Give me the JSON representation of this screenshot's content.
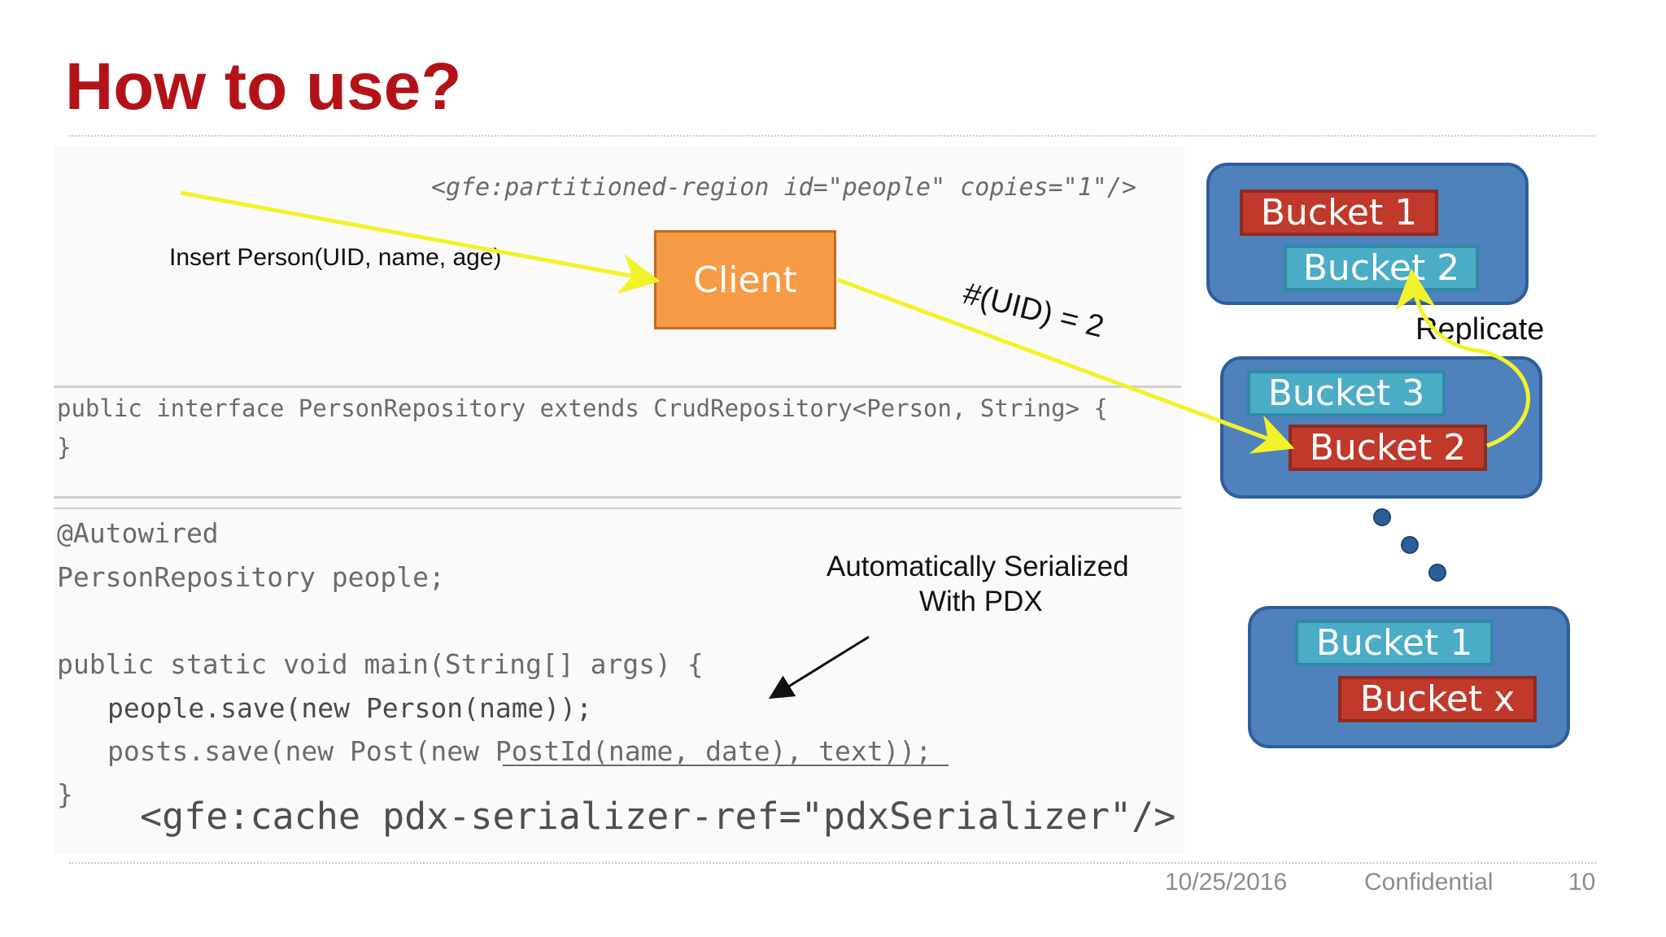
{
  "slide": {
    "title": "How to use?"
  },
  "code": {
    "region_config": "<gfe:partitioned-region id=\"people\" copies=\"1\"/>",
    "interface_line": "public interface PersonRepository extends CrudRepository<Person, String> {",
    "interface_close": "}",
    "autowired": "@Autowired",
    "repo_field": "PersonRepository people;",
    "main_sig": "public static void main(String[] args) {",
    "people_save": "people.save(new Person(name));",
    "posts_save": "posts.save(new Post(new PostId(name, date), text));",
    "main_close": "}",
    "cache_config": "<gfe:cache pdx-serializer-ref=\"pdxSerializer\"/>"
  },
  "diagram": {
    "insert_label": "Insert Person(UID, name, age)",
    "client_label": "Client",
    "hash_label": "#(UID) = 2",
    "replicate_label": "Replicate",
    "serialized_label_line1": "Automatically Serialized",
    "serialized_label_line2": "With PDX",
    "node1": {
      "bucket_a": "Bucket 1",
      "bucket_b": "Bucket 2"
    },
    "node2": {
      "bucket_a": "Bucket 3",
      "bucket_b": "Bucket 2"
    },
    "node3": {
      "bucket_a": "Bucket 1",
      "bucket_b": "Bucket x"
    },
    "colors": {
      "arrow": "#f2f22a",
      "client_fill": "#f59a45",
      "node_fill": "#4f81bd",
      "bucket_red": "#c0392b",
      "bucket_teal": "#4bacc6",
      "title": "#b31217"
    }
  },
  "footer": {
    "date": "10/25/2016",
    "confidential": "Confidential",
    "page": "10"
  }
}
